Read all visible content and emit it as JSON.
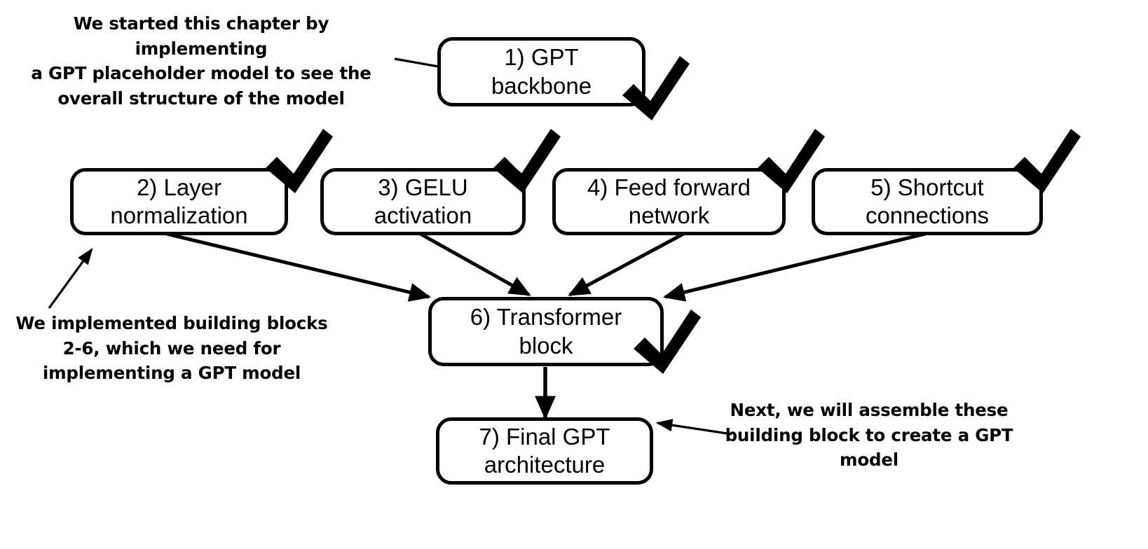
{
  "diagram": {
    "title": "GPT chapter building blocks flowchart",
    "background_color": "#ffffff",
    "stroke_color": "#000000",
    "nodes": [
      {
        "id": "n1",
        "label": "1) GPT\nbackbone",
        "line1": "1) GPT",
        "line2": "backbone",
        "checked": true
      },
      {
        "id": "n2",
        "label": "2) Layer\nnormalization",
        "line1": "2) Layer",
        "line2": "normalization",
        "checked": true
      },
      {
        "id": "n3",
        "label": "3) GELU\nactivation",
        "line1": "3) GELU",
        "line2": "activation",
        "checked": true
      },
      {
        "id": "n4",
        "label": "4) Feed forward\nnetwork",
        "line1": "4) Feed forward",
        "line2": "network",
        "checked": true
      },
      {
        "id": "n5",
        "label": "5) Shortcut\nconnections",
        "line1": "5) Shortcut",
        "line2": "connections",
        "checked": true
      },
      {
        "id": "n6",
        "label": "6) Transformer\nblock",
        "line1": "6) Transformer",
        "line2": "block",
        "checked": true
      },
      {
        "id": "n7",
        "label": "7) Final GPT\narchitecture",
        "line1": "7) Final GPT",
        "line2": "architecture",
        "checked": false
      }
    ],
    "edges": [
      {
        "from": "annotation-top-left",
        "to": "n1"
      },
      {
        "from": "n2",
        "to": "n6"
      },
      {
        "from": "n3",
        "to": "n6"
      },
      {
        "from": "n4",
        "to": "n6"
      },
      {
        "from": "n5",
        "to": "n6"
      },
      {
        "from": "n6",
        "to": "n7"
      },
      {
        "from": "annotation-bottom-left",
        "to": "n2"
      },
      {
        "from": "annotation-bottom-right",
        "to": "n7"
      }
    ],
    "annotations": [
      {
        "id": "annotation-top-left",
        "text": "We started this chapter by implementing a GPT placeholder model to see the overall structure of the model",
        "line1": "We started this chapter by implementing",
        "line2": "a GPT placeholder model to see the",
        "line3": "overall structure of the model"
      },
      {
        "id": "annotation-bottom-left",
        "text": "We implemented building blocks 2-6, which we need for implementing a GPT model",
        "line1": "We implemented building blocks",
        "line2": "2-6, which we need for",
        "line3": "implementing a GPT model"
      },
      {
        "id": "annotation-bottom-right",
        "text": "Next, we will assemble these building block to create a GPT model",
        "line1": "Next, we will assemble these",
        "line2": "building block to create a GPT",
        "line3": "model"
      }
    ],
    "icons": {
      "checkmark": "check-icon"
    }
  }
}
